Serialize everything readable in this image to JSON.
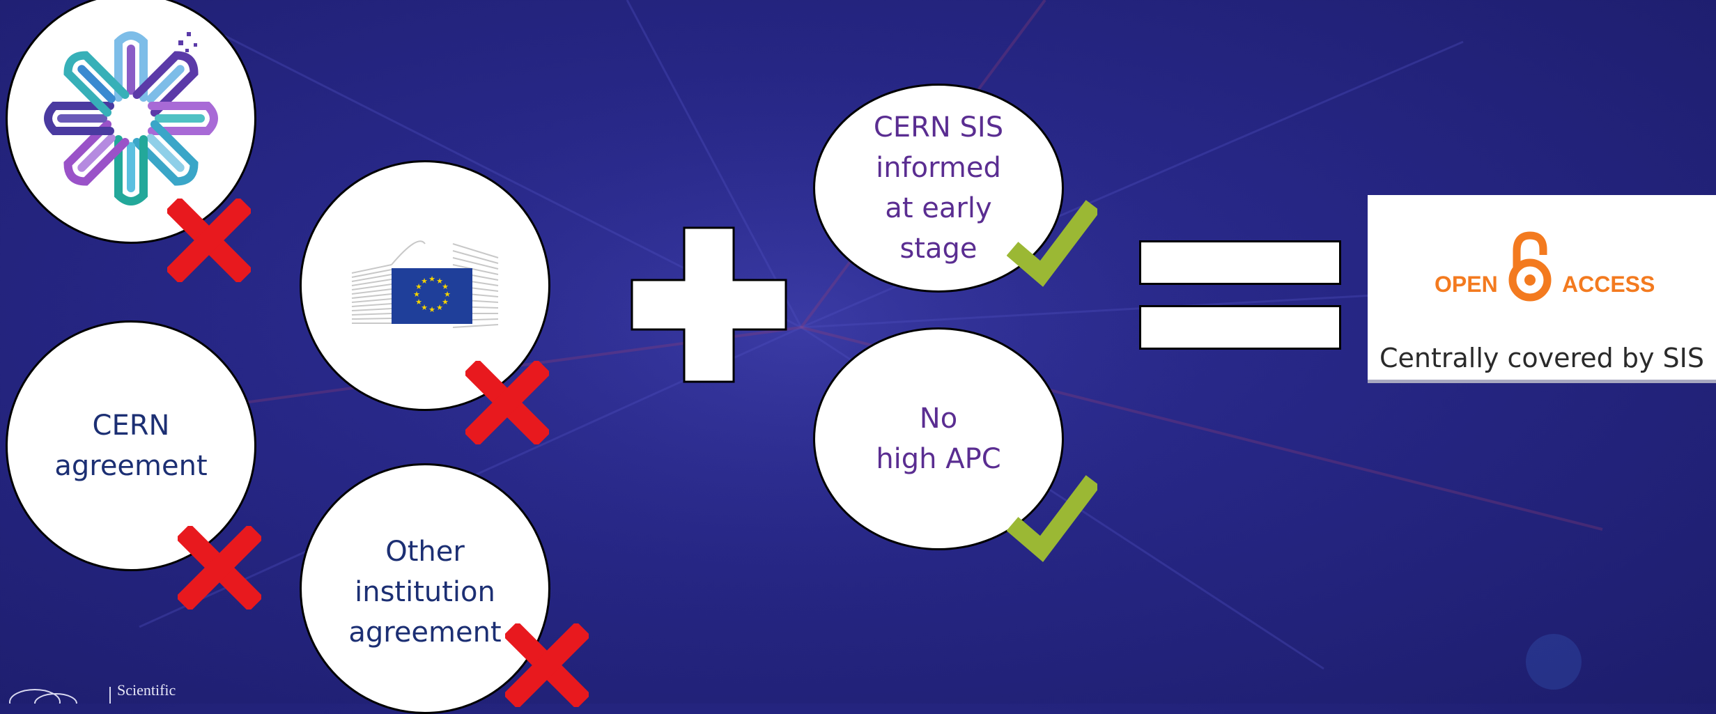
{
  "left_group": {
    "cern_agreement": "CERN\nagreement",
    "other_institution": "Other\ninstitution\nagreement"
  },
  "conditions": {
    "sis_informed": "CERN SIS\ninformed\nat early\nstage",
    "no_high_apc": "No\nhigh APC"
  },
  "result": {
    "open_label": "OPEN",
    "access_label": "ACCESS",
    "caption": "Centrally covered by SIS"
  },
  "footer": {
    "text": "Scientific"
  },
  "colors": {
    "background": "#262684",
    "cross": "#e8191e",
    "check": "#9bb834",
    "oa_orange": "#f37a1f",
    "condition_text": "#5a2d91"
  }
}
